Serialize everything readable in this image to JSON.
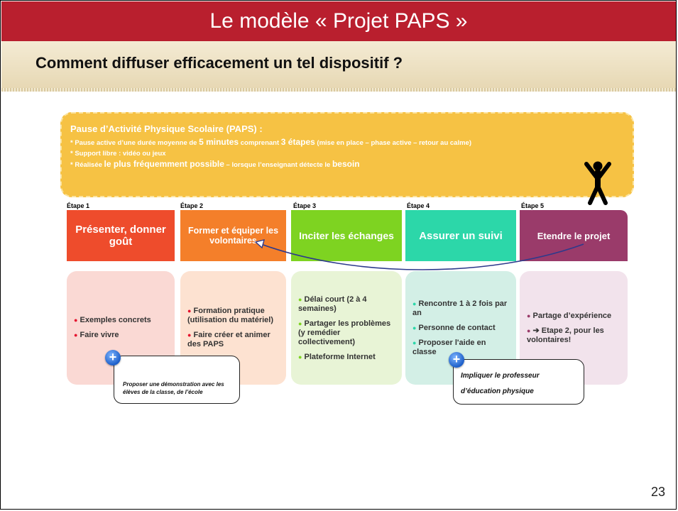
{
  "slide": {
    "title": "Le modèle « Projet PAPS »",
    "subtitle": "Comment diffuser efficacement un tel dispositif ?",
    "page_number": "23"
  },
  "info": {
    "heading": "Pause d’Activité Physique Scolaire (PAPS) :",
    "line1_a": "* Pause active d’une durée moyenne de ",
    "line1_b": "5 minutes",
    "line1_c": " comprenant ",
    "line1_d": "3 étapes",
    "line1_e": " (mise en place – phase active – retour au calme)",
    "line2": "* Support libre : vidéo ou jeux",
    "line3_a": "* Réalisée ",
    "line3_b": "le plus fréquemment possible",
    "line3_c": " – lorsque l’enseignant détecte le ",
    "line3_d": "besoin"
  },
  "steps": [
    {
      "label": "Étape 1",
      "title": "Présenter, donner goût"
    },
    {
      "label": "Étape 2",
      "title": "Former et équiper les volontaires"
    },
    {
      "label": "Étape 3",
      "title": "Inciter les échanges"
    },
    {
      "label": "Étape 4",
      "title": "Assurer un suivi"
    },
    {
      "label": "Étape 5",
      "title": "Etendre le projet"
    }
  ],
  "details": [
    {
      "items": [
        "Exemples concrets",
        "Faire vivre"
      ]
    },
    {
      "items": [
        "Formation pratique (utilisation du matériel)",
        "Faire créer et animer des PAPS"
      ]
    },
    {
      "items": [
        "Délai court (2 à 4 semaines)",
        "Partager les problèmes (y remédier collectivement)",
        "Plateforme Internet"
      ]
    },
    {
      "items": [
        "Rencontre 1 à 2 fois par an",
        "Personne de contact",
        "Proposer l'aide en classe"
      ]
    },
    {
      "items": [
        "Partage d’expérience",
        "➔ Etape 2, pour les volontaires!"
      ]
    }
  ],
  "callouts": {
    "c1": "Proposer une démonstration avec les élèves de la classe, de l’école",
    "c2": "Impliquer le professeur d’éducation physique"
  },
  "glyphs": {
    "bullet": "●",
    "plus": "+"
  },
  "colors": {
    "title_bar": "#b91f2e",
    "info_box": "#f6c244",
    "step1": "#ee4c2c",
    "step2": "#f47f2a",
    "step3": "#7ed321",
    "step4": "#2cd7a9",
    "step5": "#9a3b6a"
  },
  "icons": {
    "person": "person-icon",
    "plus": "plus-icon",
    "arrow": "curved-arrow"
  }
}
